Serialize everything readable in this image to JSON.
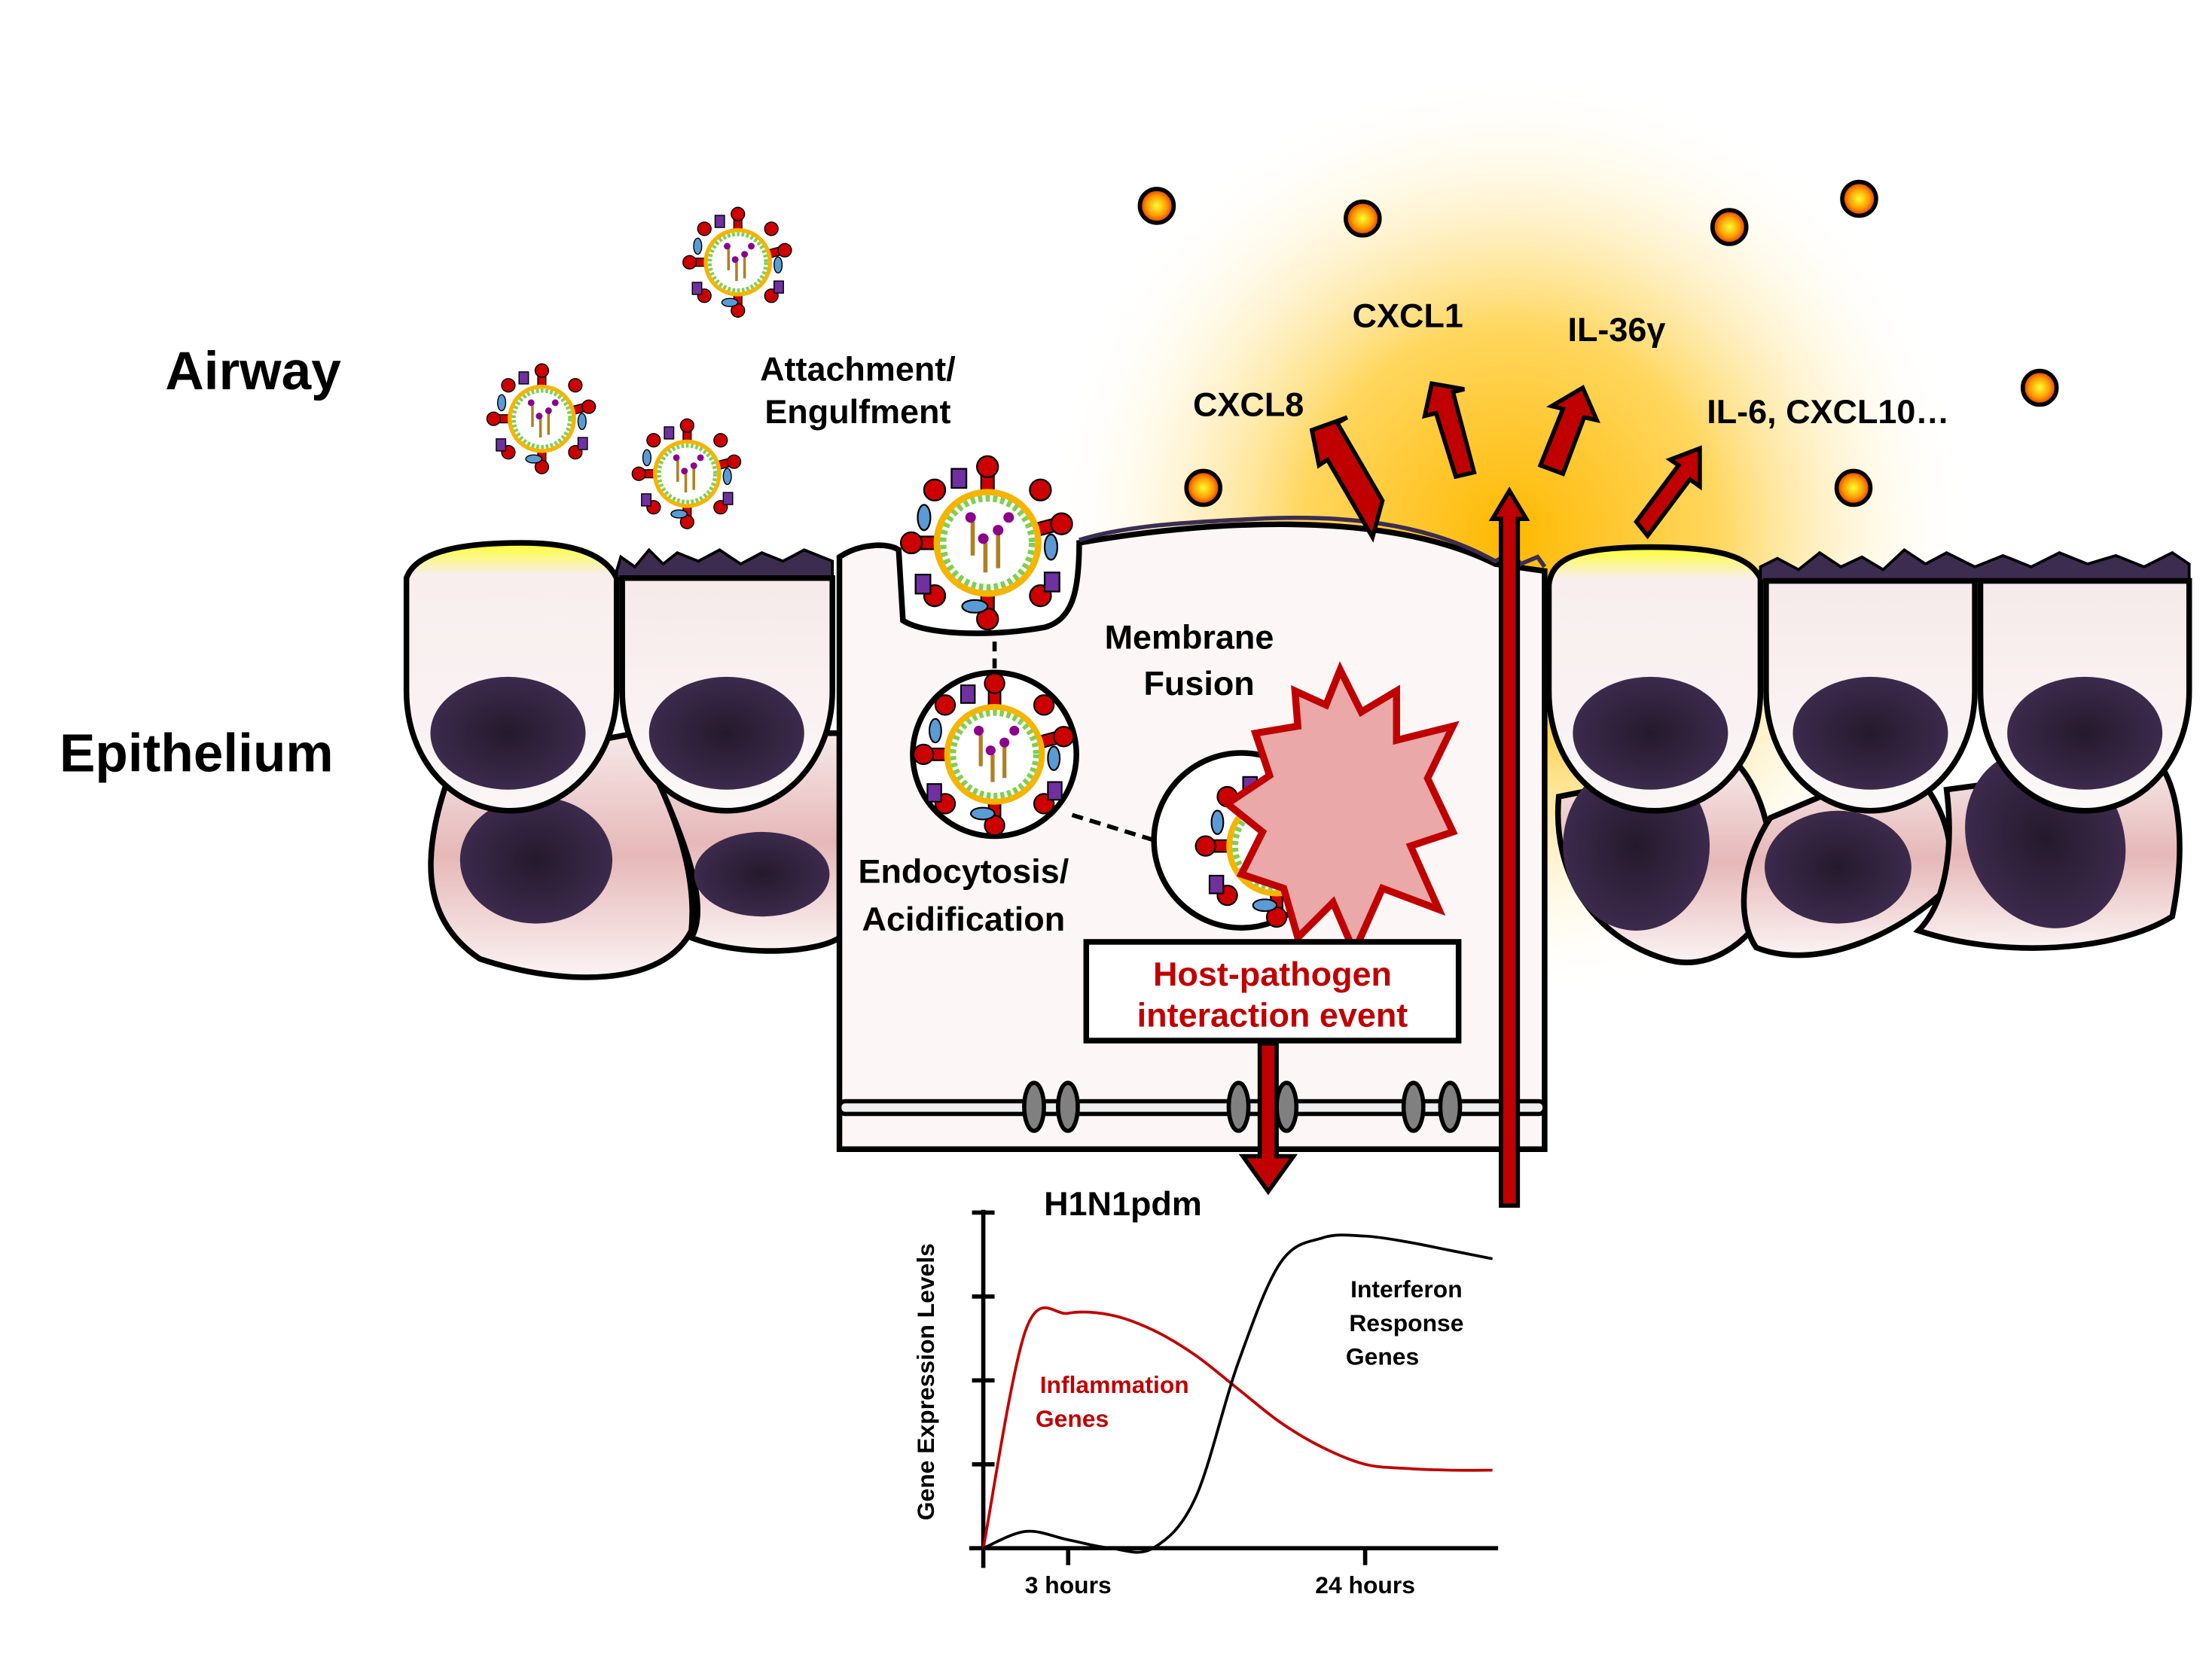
{
  "regions": {
    "airway": "Airway",
    "epithelium": "Epithelium"
  },
  "steps": {
    "attachment_line1": "Attachment/",
    "attachment_line2": "Engulfment",
    "endocytosis_line1": "Endocytosis/",
    "endocytosis_line2": "Acidification",
    "fusion_line1": "Membrane",
    "fusion_line2": "Fusion"
  },
  "event_box": {
    "line1": "Host-pathogen",
    "line2": "interaction event"
  },
  "cytokines": {
    "cxcl8": "CXCL8",
    "cxcl1": "CXCL1",
    "il36g": "IL-36γ",
    "others": "IL-6, CXCL10…"
  },
  "colors": {
    "arrow_red": "#c00000",
    "inflammation_red": "#c00000",
    "nucleus": "#3a2a4a",
    "glow": "#ffc000"
  },
  "chart_data": {
    "type": "line",
    "title": "H1N1pdm",
    "xlabel": "",
    "ylabel": "Gene Expression Levels",
    "x_ticks": [
      "3 hours",
      "24 hours"
    ],
    "y_ticks_count": 4,
    "x": [
      0,
      1,
      2,
      3,
      4,
      5,
      6,
      7,
      8,
      9,
      10,
      11,
      12
    ],
    "series": [
      {
        "name": "Inflammation Genes",
        "color": "#c00000",
        "values": [
          0,
          2.6,
          2.8,
          2.78,
          2.6,
          2.3,
          1.9,
          1.5,
          1.2,
          1.0,
          0.95,
          0.93,
          0.93
        ]
      },
      {
        "name": "Interferon Response Genes",
        "color": "#000000",
        "values": [
          0,
          0.2,
          0.1,
          0.0,
          0.0,
          0.6,
          2.2,
          3.4,
          3.7,
          3.72,
          3.65,
          3.55,
          3.45
        ]
      }
    ],
    "ylim": [
      0,
      4
    ],
    "grid": false,
    "legend": "inline-labels"
  }
}
